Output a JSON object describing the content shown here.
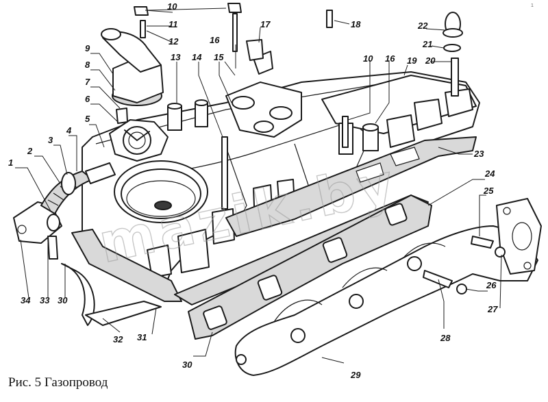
{
  "caption": "Рис. 5 Газопровод",
  "watermark": "mazik.by",
  "corner_mark": "1",
  "part_labels": [
    "1",
    "2",
    "3",
    "4",
    "5",
    "6",
    "7",
    "8",
    "9",
    "10",
    "11",
    "12",
    "13",
    "14",
    "15",
    "16",
    "17",
    "18",
    "19",
    "20",
    "21",
    "22",
    "23",
    "24",
    "25",
    "26",
    "27",
    "28",
    "29",
    "30",
    "31",
    "32",
    "33",
    "34"
  ],
  "colors": {
    "ink": "#1a1a1a",
    "background": "#ffffff",
    "gasket_fill": "#d9d9d9",
    "watermark": "#9a9a9a"
  }
}
